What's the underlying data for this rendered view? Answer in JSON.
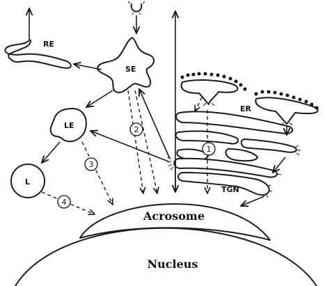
{
  "labels": {
    "re": "RE",
    "se": "SE",
    "le": "LE",
    "l": "L",
    "er": "ER",
    "tgn": "TGN",
    "acrosome": "Acrosome",
    "nucleus": "Nucleus"
  },
  "pathways": {
    "p1": "1",
    "p2": "2",
    "p3": "3",
    "p4": "4"
  }
}
